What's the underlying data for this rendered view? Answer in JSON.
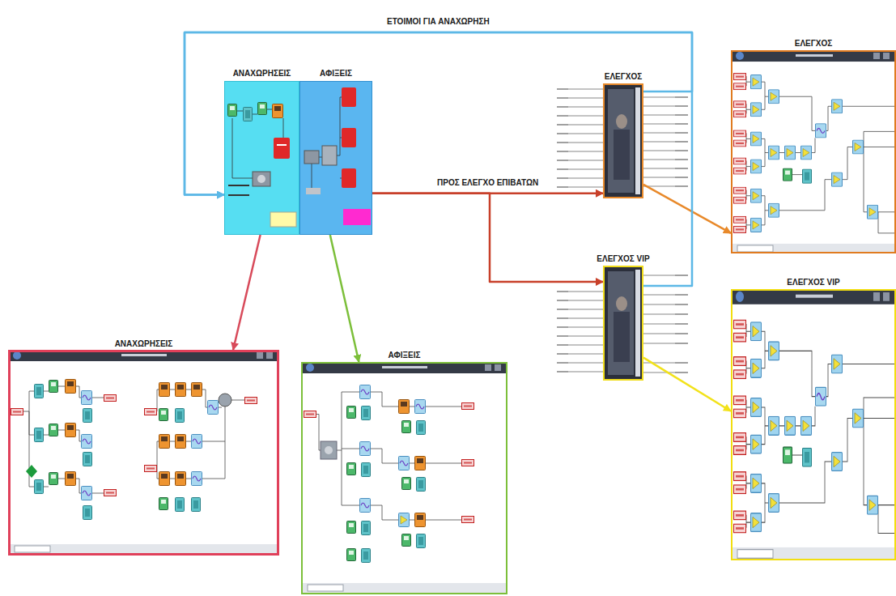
{
  "diagram": {
    "nodes": [
      {
        "text": [
          "ΑΝΑΧΩΡΗΣΕΙΣ"
        ]
      },
      {
        "text": [
          "ΑΦΙΞΕΙΣ"
        ]
      },
      {
        "text": [
          "ΕΛΕΓΧΟΣ"
        ]
      },
      {
        "text": [
          "ΕΛΕΓΧΟΣ VIP"
        ]
      },
      {
        "text": [
          "ΕΛΕΓΧΟΣ"
        ]
      },
      {
        "text": [
          "ΕΛΕΓΧΟΣ VIP"
        ]
      },
      {
        "text": [
          "ΑΝΑΧΩΡΗΣΕΙΣ"
        ]
      },
      {
        "text": [
          "ΑΦΙΞΕΙΣ"
        ]
      }
    ],
    "edges": [
      {
        "from": 0,
        "to": 6,
        "arrow": "to"
      },
      {
        "from": 1,
        "to": 7,
        "arrow": "to"
      },
      {
        "from": 1,
        "to": 2,
        "label": "ΠΡΟΣ ΕΛΕΓΧΟ ΕΠΙΒΑΤΩΝ",
        "arrow": "to"
      },
      {
        "from": 1,
        "to": 3,
        "arrow": "to"
      },
      {
        "from": 2,
        "to": 4,
        "arrow": "to"
      },
      {
        "from": 3,
        "to": 5,
        "arrow": "to"
      },
      {
        "from": 2,
        "to": 0,
        "label": "ΕΤΟΙΜΟΙ ΓΙΑ ΑΝΑΧΩΡΗΣΗ",
        "arrow": "to"
      },
      {
        "from": 3,
        "to": 0,
        "arrow": "to"
      }
    ]
  }
}
